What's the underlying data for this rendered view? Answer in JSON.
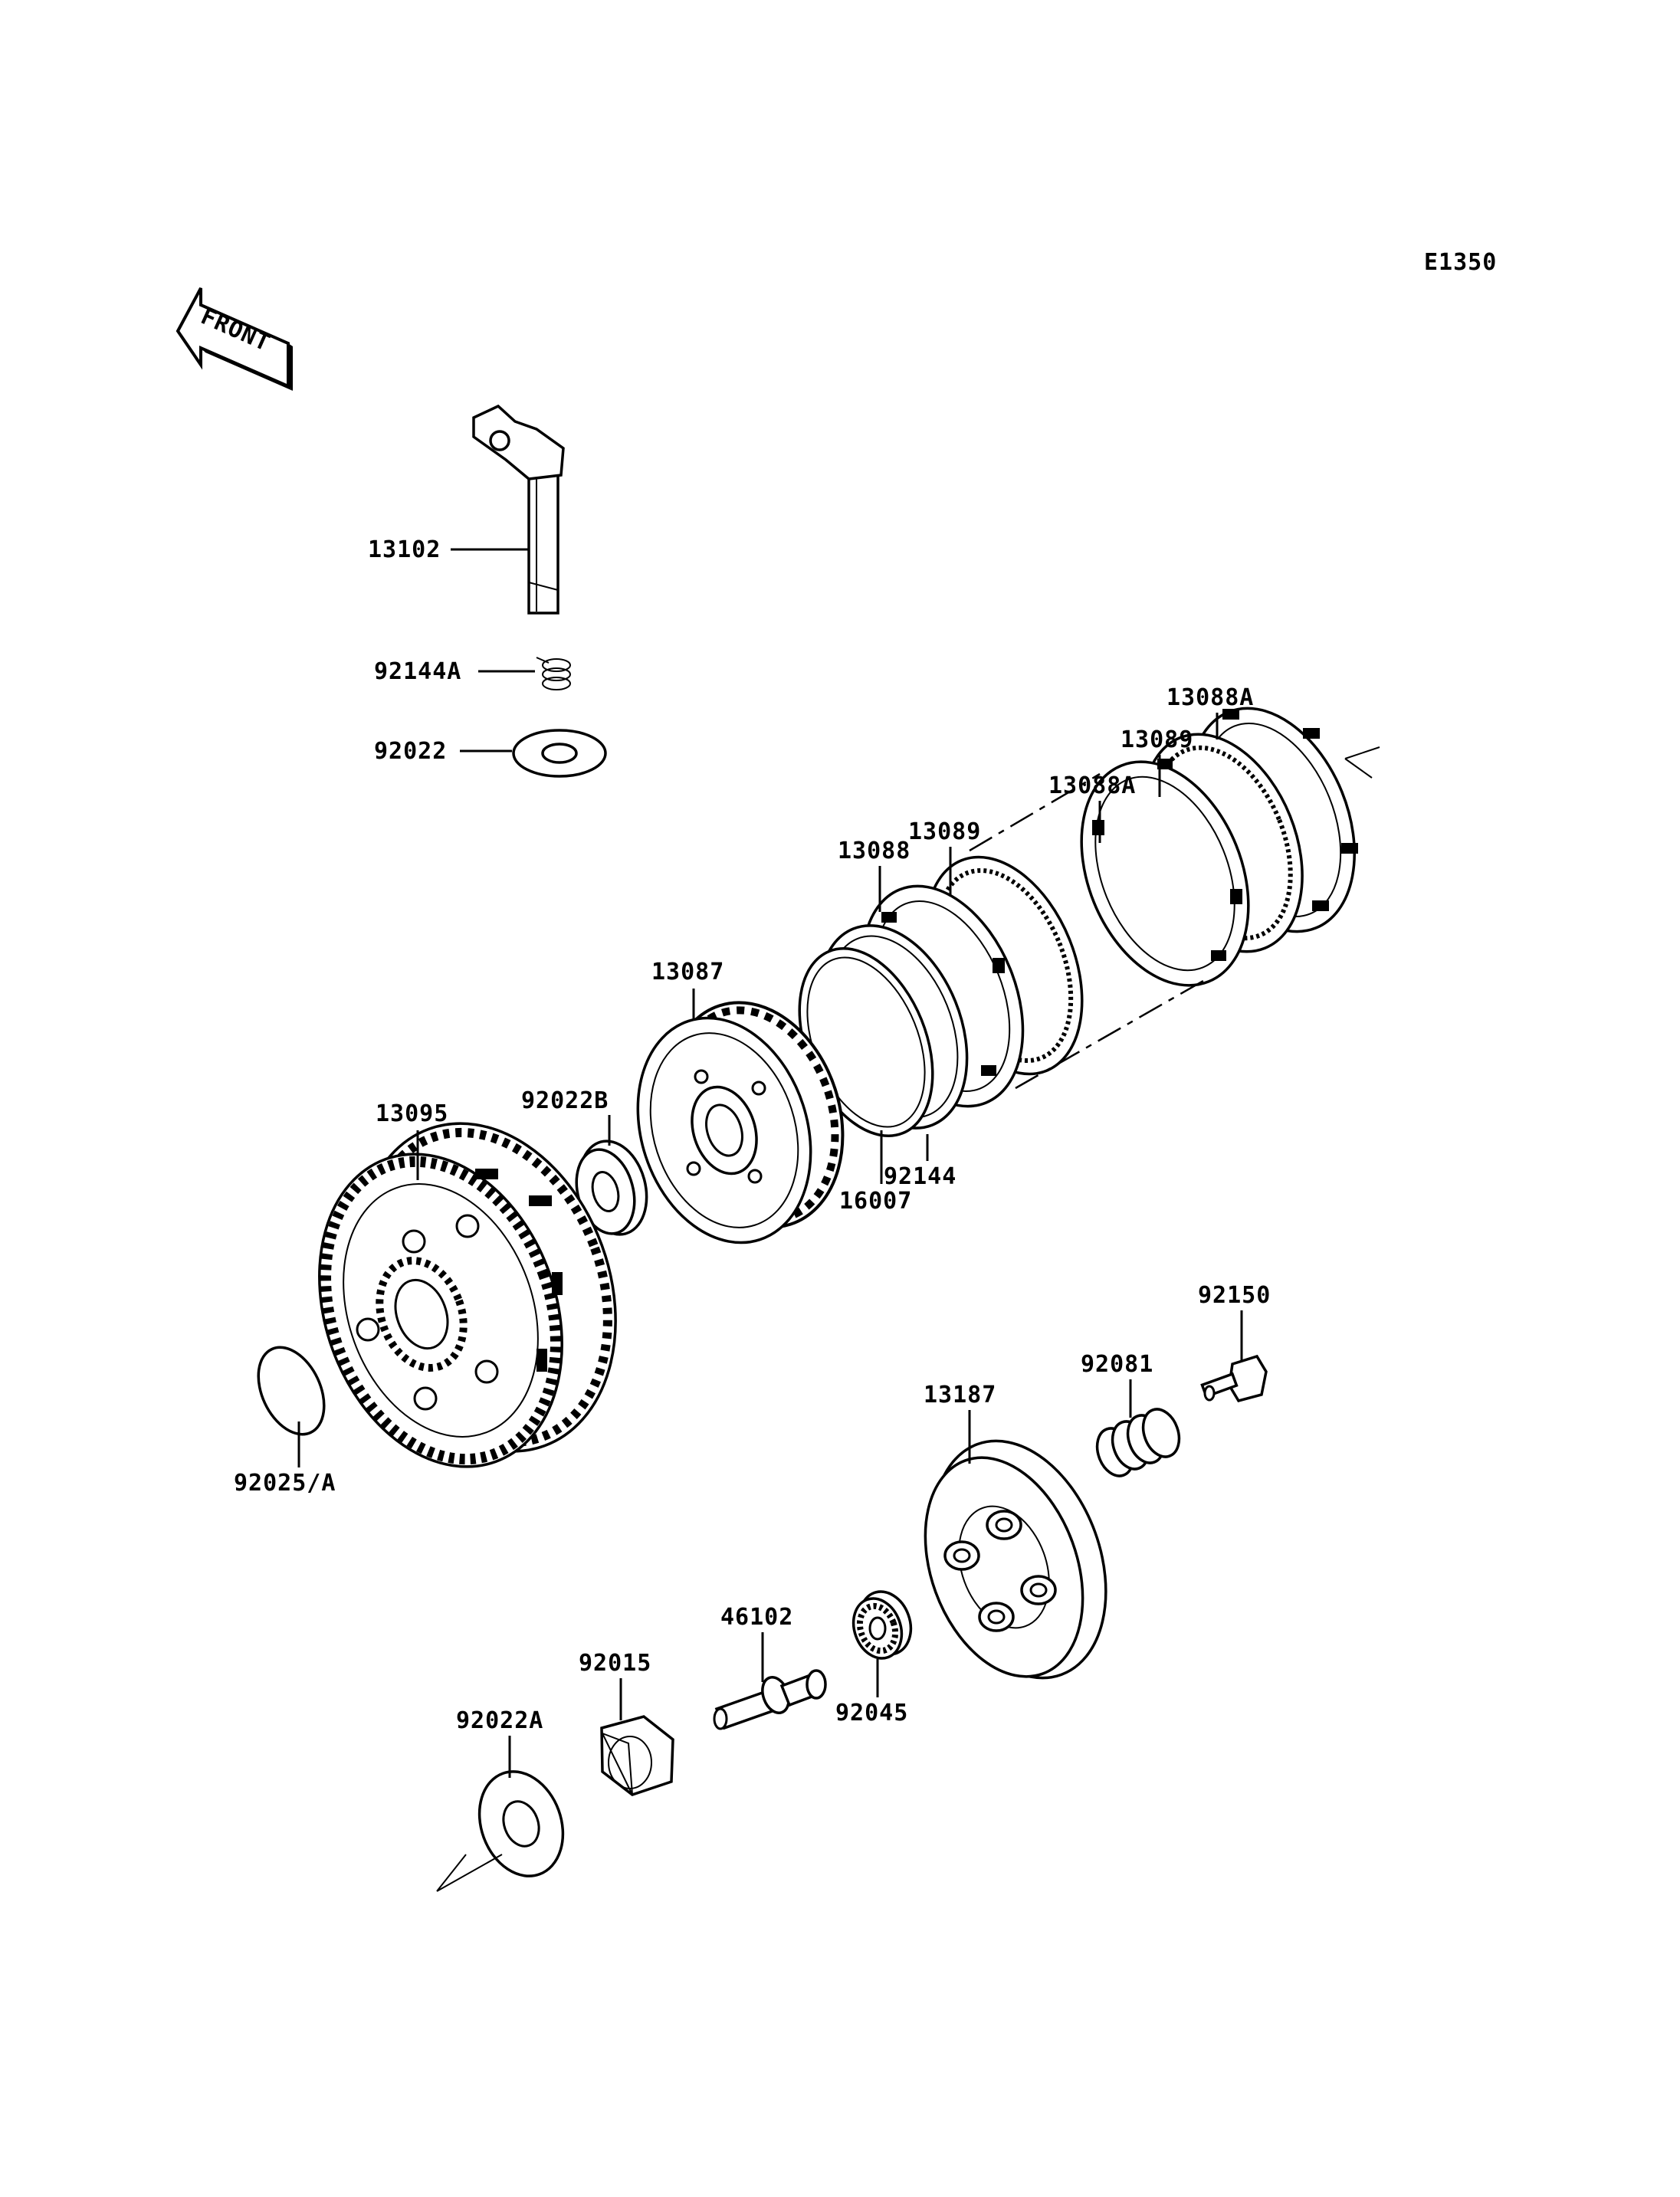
{
  "diagram": {
    "code": "E1350",
    "front_label": "FRONT",
    "parts": [
      {
        "id": "13102"
      },
      {
        "id": "92144A"
      },
      {
        "id": "92022"
      },
      {
        "id": "13088A"
      },
      {
        "id": "13089"
      },
      {
        "id": "13088A"
      },
      {
        "id": "13089"
      },
      {
        "id": "13088"
      },
      {
        "id": "13087"
      },
      {
        "id": "92022B"
      },
      {
        "id": "13095"
      },
      {
        "id": "92144"
      },
      {
        "id": "16007"
      },
      {
        "id": "92150"
      },
      {
        "id": "92081"
      },
      {
        "id": "13187"
      },
      {
        "id": "92025/A"
      },
      {
        "id": "46102"
      },
      {
        "id": "92015"
      },
      {
        "id": "92045"
      },
      {
        "id": "92022A"
      }
    ]
  }
}
